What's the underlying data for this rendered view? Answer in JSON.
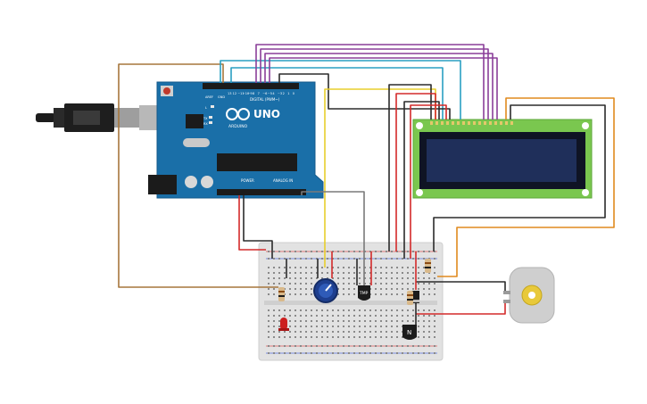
{
  "arduino": {
    "model": "UNO",
    "brand": "ARDUINO",
    "digital_header": "DIGITAL (PWM~)",
    "power_header": "POWER",
    "analog_header": "ANALOG IN",
    "tx_label": "TX",
    "rx_label": "RX",
    "l_label": "L",
    "aref_label": "AREF",
    "gnd_label": "GND",
    "digital_pins": [
      "13",
      "12",
      "~11",
      "~10",
      "~9",
      "8",
      "7",
      "~6",
      "~5",
      "4",
      "~3",
      "2",
      "1",
      "0"
    ]
  },
  "lcd": {
    "type": "16x2 LCD"
  },
  "breadboard": {},
  "components": {
    "sensor_label": "TMP",
    "transistor_label": "N",
    "potentiometer": "potentiometer",
    "led": "red LED",
    "motor": "DC motor"
  },
  "colors": {
    "arduino_board": "#1a6fa8",
    "lcd_board": "#7ac74f",
    "lcd_screen": "#1f2f5a",
    "breadboard": "#e2e2e2",
    "wire_brown": "#a6763c",
    "wire_teal": "#2a9fc2",
    "wire_purple": "#8a3f99",
    "wire_black": "#2b2b2b",
    "wire_red": "#d42a2a",
    "wire_yellow": "#e8cf2c",
    "wire_orange": "#e08a1e",
    "wire_gray": "#7a7a7a"
  }
}
